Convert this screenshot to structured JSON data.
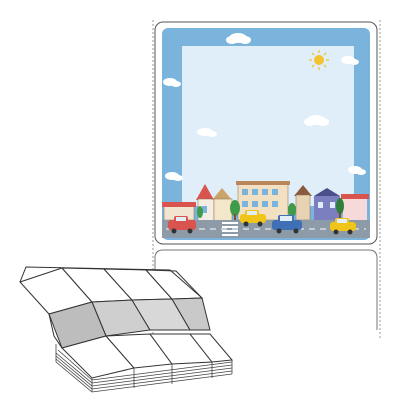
{
  "colors": {
    "sky_frame": "#7ab3dc",
    "sky_inner": "#dfeef9",
    "road": "#8d9aa8",
    "outline": "#444444",
    "paper": "#ffffff",
    "sun": "#f5c22f"
  },
  "illustration": {
    "objects": [
      "cloud",
      "sun",
      "houses",
      "apartment-building",
      "trees",
      "cars",
      "road"
    ],
    "car_colors": [
      "#d9534f",
      "#f0c419",
      "#3f6fb5",
      "#f0c419"
    ]
  },
  "icons": [
    "cloud-icon",
    "sun-icon",
    "car-icon",
    "house-icon",
    "tree-icon"
  ]
}
